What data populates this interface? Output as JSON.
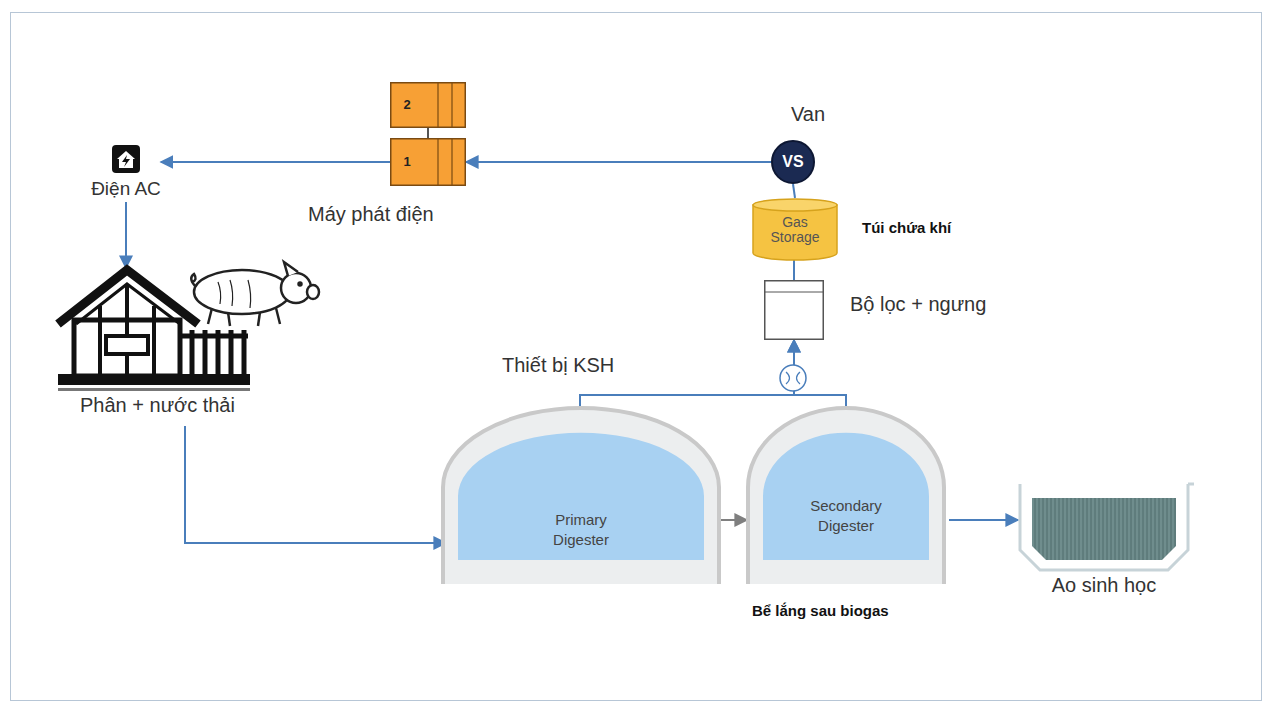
{
  "diagram": {
    "nodes": [
      {
        "text": [
          "2"
        ]
      },
      {
        "text": [
          "1"
        ]
      },
      {
        "text": [
          "Điện AC"
        ]
      },
      {
        "text": [
          "Van",
          "VS"
        ]
      },
      {
        "text": [
          "Gas Storage"
        ]
      },
      {
        "text": [
          "Bộ lọc + ngưng"
        ]
      },
      {
        "text": [
          "Phân + nước thải"
        ]
      },
      {
        "text": [
          "Primary Digester"
        ]
      },
      {
        "text": [
          "Secondary Digester"
        ]
      },
      {
        "text": [
          "Ao sinh học"
        ]
      }
    ],
    "edges": [
      {
        "from": 0,
        "to": 1,
        "arrow": "none"
      },
      {
        "from": 3,
        "to": 1,
        "arrow": "to"
      },
      {
        "from": 1,
        "to": 2,
        "arrow": "to"
      },
      {
        "from": 2,
        "to": 6,
        "arrow": "to"
      },
      {
        "from": 6,
        "to": 7,
        "arrow": "to"
      },
      {
        "from": 7,
        "to": 8,
        "arrow": "to"
      },
      {
        "from": 8,
        "to": 9,
        "arrow": "to"
      },
      {
        "from": 7,
        "to": 5,
        "arrow": "to"
      },
      {
        "from": 8,
        "to": 5,
        "arrow": "to"
      },
      {
        "from": 5,
        "to": 4,
        "arrow": "none"
      },
      {
        "from": 4,
        "to": 3,
        "arrow": "none"
      }
    ],
    "labels": [
      "Máy phát điện",
      "Túi chứa khí",
      "Thiết bị KSH",
      "Bể lắng sau biogas"
    ]
  }
}
